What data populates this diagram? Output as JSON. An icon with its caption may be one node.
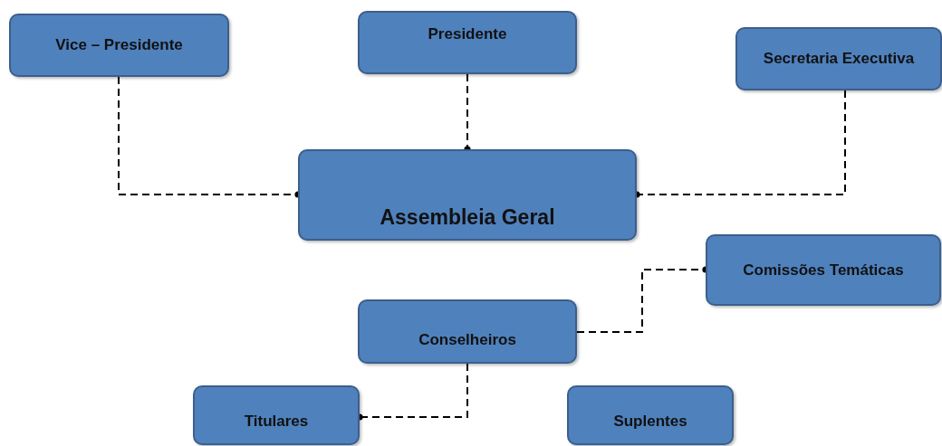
{
  "diagram": {
    "nodes": [
      {
        "text": [
          "Vice – Presidente"
        ]
      },
      {
        "text": [
          "Presidente"
        ]
      },
      {
        "text": [
          "Secretaria Executiva"
        ]
      },
      {
        "text": [
          "Assembleia Geral"
        ]
      },
      {
        "text": [
          "Comissões Temáticas"
        ]
      },
      {
        "text": [
          "Conselheiros"
        ]
      },
      {
        "text": [
          "Titulares"
        ]
      },
      {
        "text": [
          "Suplentes"
        ]
      }
    ],
    "edges": [
      {
        "from": 0,
        "to": 3,
        "arrow": "other",
        "style": "dashed"
      },
      {
        "from": 1,
        "to": 3,
        "arrow": "other",
        "style": "dashed"
      },
      {
        "from": 2,
        "to": 3,
        "arrow": "other",
        "style": "dashed"
      },
      {
        "from": 5,
        "to": 4,
        "arrow": "other",
        "style": "dashed"
      },
      {
        "from": 5,
        "to": 6,
        "arrow": "other",
        "style": "dashed"
      }
    ]
  }
}
